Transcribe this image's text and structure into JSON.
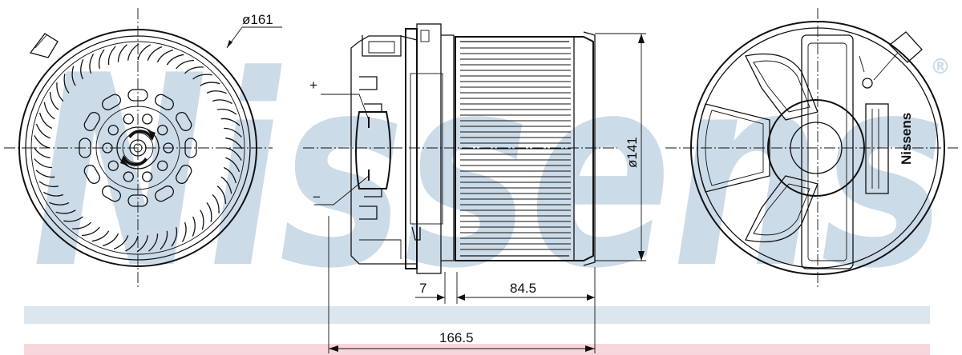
{
  "dimensions": {
    "outer_diameter": "ø161",
    "motor_diameter": "ø141",
    "offset": "7",
    "wheel_length": "84.5",
    "overall_length": "166.5"
  },
  "connector": {
    "plus_label": "+",
    "minus_label": "−"
  },
  "brand": {
    "watermark": "Nissens",
    "registered_mark": "®",
    "housing_label": "Nissens",
    "band_top_color": "#dbe6ef",
    "band_bottom_color": "#f7d6dc",
    "watermark_color": "#ccdbe8"
  }
}
